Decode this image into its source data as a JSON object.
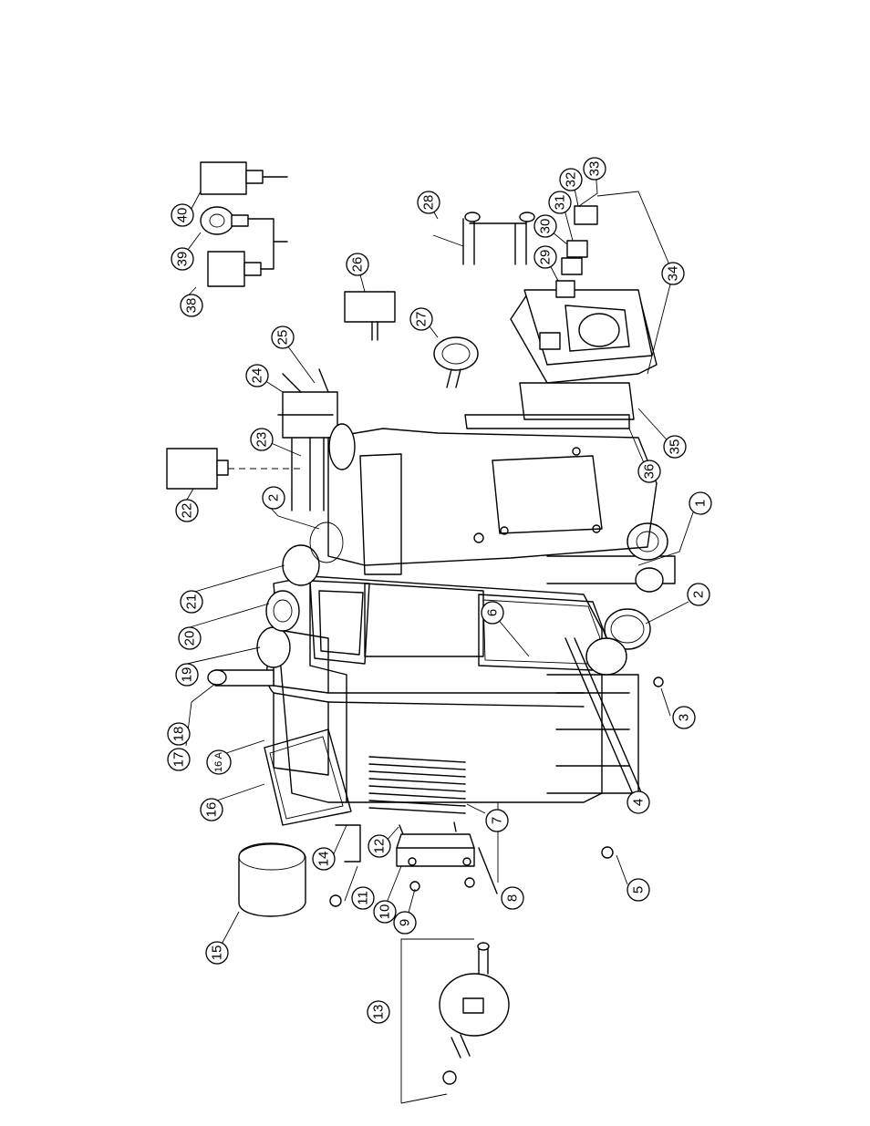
{
  "diagram": {
    "callouts": [
      {
        "id": "c1",
        "label": "1"
      },
      {
        "id": "c2a",
        "label": "2"
      },
      {
        "id": "c2b",
        "label": "2"
      },
      {
        "id": "c3",
        "label": "3"
      },
      {
        "id": "c4",
        "label": "4"
      },
      {
        "id": "c5",
        "label": "5"
      },
      {
        "id": "c6",
        "label": "6"
      },
      {
        "id": "c7",
        "label": "7"
      },
      {
        "id": "c8",
        "label": "8"
      },
      {
        "id": "c9",
        "label": "9"
      },
      {
        "id": "c10",
        "label": "10"
      },
      {
        "id": "c11",
        "label": "11"
      },
      {
        "id": "c12",
        "label": "12"
      },
      {
        "id": "c13",
        "label": "13"
      },
      {
        "id": "c14",
        "label": "14"
      },
      {
        "id": "c15",
        "label": "15"
      },
      {
        "id": "c16",
        "label": "16"
      },
      {
        "id": "c16a",
        "label": "16 A"
      },
      {
        "id": "c17",
        "label": "17"
      },
      {
        "id": "c18",
        "label": "18"
      },
      {
        "id": "c19",
        "label": "19"
      },
      {
        "id": "c20",
        "label": "20"
      },
      {
        "id": "c21",
        "label": "21"
      },
      {
        "id": "c22",
        "label": "22"
      },
      {
        "id": "c23",
        "label": "23"
      },
      {
        "id": "c24",
        "label": "24"
      },
      {
        "id": "c25",
        "label": "25"
      },
      {
        "id": "c26",
        "label": "26"
      },
      {
        "id": "c27",
        "label": "27"
      },
      {
        "id": "c28",
        "label": "28"
      },
      {
        "id": "c29",
        "label": "29"
      },
      {
        "id": "c30",
        "label": "30"
      },
      {
        "id": "c31",
        "label": "31"
      },
      {
        "id": "c32",
        "label": "32"
      },
      {
        "id": "c33",
        "label": "33"
      },
      {
        "id": "c34",
        "label": "34"
      },
      {
        "id": "c35",
        "label": "35"
      },
      {
        "id": "c36",
        "label": "36"
      },
      {
        "id": "c38",
        "label": "38"
      },
      {
        "id": "c39",
        "label": "39"
      },
      {
        "id": "c40",
        "label": "40"
      }
    ]
  }
}
